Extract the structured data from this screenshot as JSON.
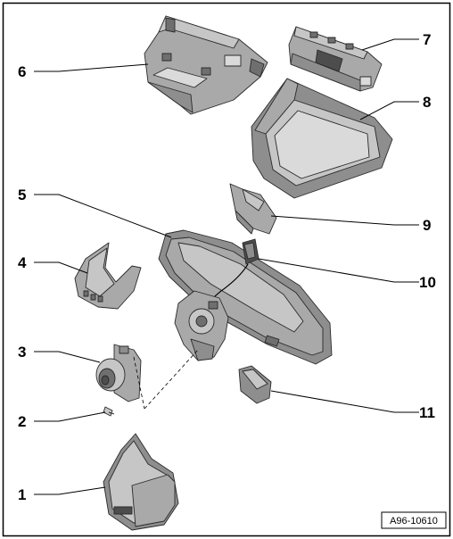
{
  "diagram": {
    "reference_code": "A96-10610",
    "callouts": [
      "1",
      "2",
      "3",
      "4",
      "5",
      "6",
      "7",
      "8",
      "9",
      "10",
      "11"
    ]
  }
}
